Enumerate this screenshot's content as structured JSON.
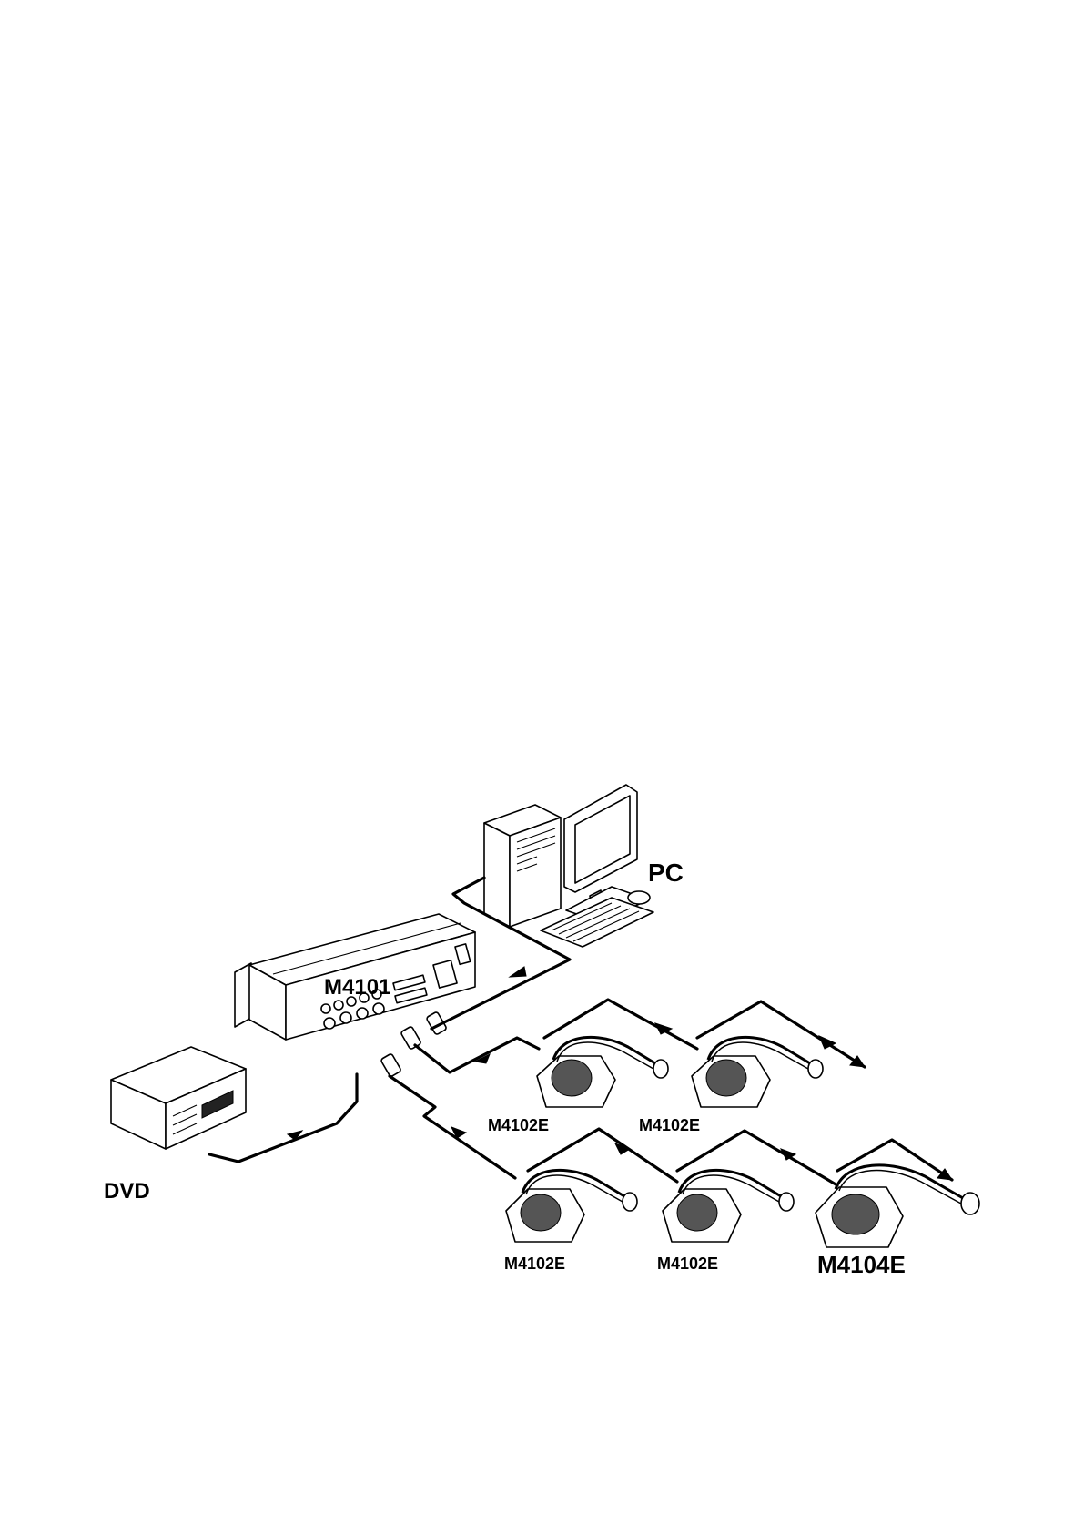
{
  "labels": {
    "pc": "PC",
    "main_unit": "M4101",
    "dvd": "DVD",
    "delegate_1": "M4102E",
    "delegate_2": "M4102E",
    "delegate_3": "M4102E",
    "delegate_4": "M4102E",
    "chairman": "M4104E"
  }
}
